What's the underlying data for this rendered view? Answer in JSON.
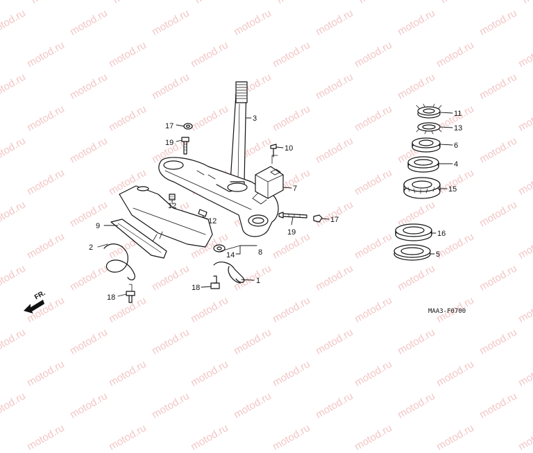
{
  "watermark": "motod.ru",
  "diagram_code": "MAA3-F0700",
  "front_label": "FR.",
  "callouts": [
    {
      "id": "c1",
      "label": "1"
    },
    {
      "id": "c2",
      "label": "2"
    },
    {
      "id": "c3",
      "label": "3"
    },
    {
      "id": "c4",
      "label": "4"
    },
    {
      "id": "c5",
      "label": "5"
    },
    {
      "id": "c6",
      "label": "6"
    },
    {
      "id": "c7",
      "label": "7"
    },
    {
      "id": "c8",
      "label": "8"
    },
    {
      "id": "c9",
      "label": "9"
    },
    {
      "id": "c10",
      "label": "10"
    },
    {
      "id": "c11",
      "label": "11"
    },
    {
      "id": "c12a",
      "label": "12"
    },
    {
      "id": "c12b",
      "label": "12"
    },
    {
      "id": "c13",
      "label": "13"
    },
    {
      "id": "c14",
      "label": "14"
    },
    {
      "id": "c15",
      "label": "15"
    },
    {
      "id": "c16",
      "label": "16"
    },
    {
      "id": "c17a",
      "label": "17"
    },
    {
      "id": "c17b",
      "label": "17"
    },
    {
      "id": "c18a",
      "label": "18"
    },
    {
      "id": "c18b",
      "label": "18"
    },
    {
      "id": "c19a",
      "label": "19"
    },
    {
      "id": "c19b",
      "label": "19"
    }
  ]
}
